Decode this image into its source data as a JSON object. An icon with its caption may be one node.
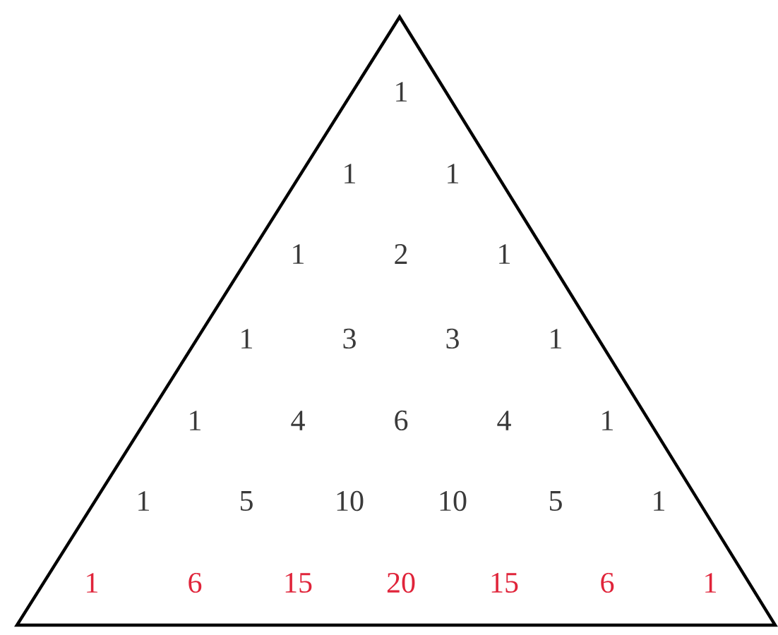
{
  "diagram": {
    "labels": [
      "1",
      "1",
      "1",
      "1",
      "2",
      "1",
      "1",
      "3",
      "3",
      "1",
      "1",
      "4",
      "6",
      "4",
      "1",
      "1",
      "5",
      "10",
      "10",
      "5",
      "1",
      "1",
      "6",
      "15",
      "20",
      "15",
      "6",
      "1"
    ]
  }
}
